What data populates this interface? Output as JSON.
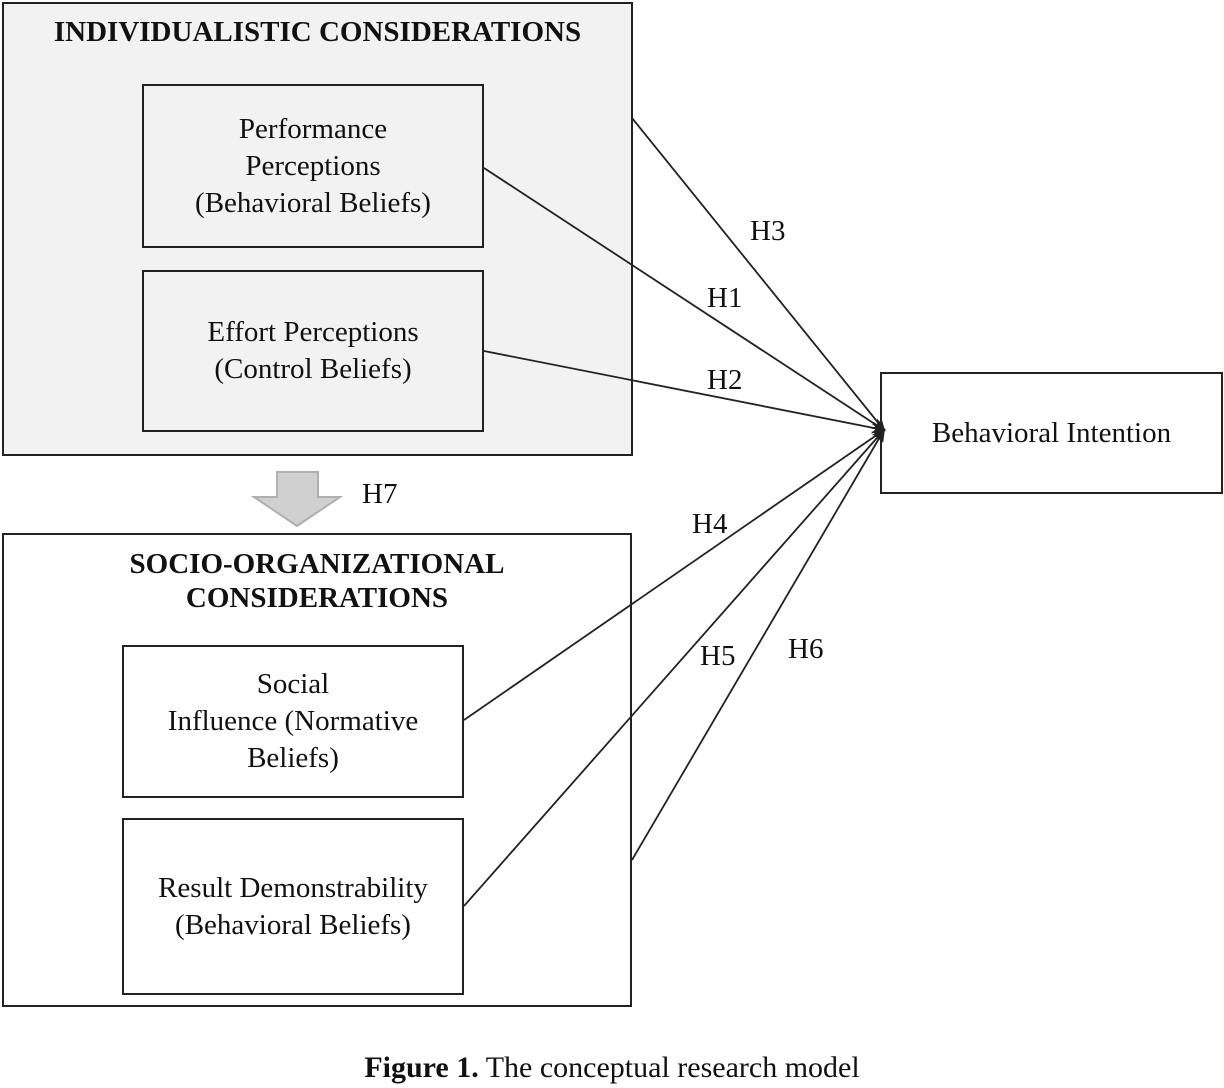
{
  "groups": {
    "individualistic": {
      "title": "INDIVIDUALISTIC CONSIDERATIONS"
    },
    "socio": {
      "title": "SOCIO-ORGANIZATIONAL\nCONSIDERATIONS"
    }
  },
  "nodes": {
    "performance": "Performance\nPerceptions\n(Behavioral Beliefs)",
    "effort": "Effort Perceptions\n(Control Beliefs)",
    "social": "Social\nInfluence (Normative\nBeliefs)",
    "result": "Result Demonstrability\n(Behavioral Beliefs)",
    "intention": "Behavioral Intention"
  },
  "hypotheses": {
    "h1": "H1",
    "h2": "H2",
    "h3": "H3",
    "h4": "H4",
    "h5": "H5",
    "h6": "H6",
    "h7": "H7"
  },
  "caption": {
    "label": "Figure 1.",
    "text": " The conceptual research model"
  },
  "colors": {
    "line": "#222222",
    "individual_fill": "#f2f2f2",
    "h7_arrow_fill": "#d0d0d0",
    "h7_arrow_stroke": "#b0b0b0"
  }
}
